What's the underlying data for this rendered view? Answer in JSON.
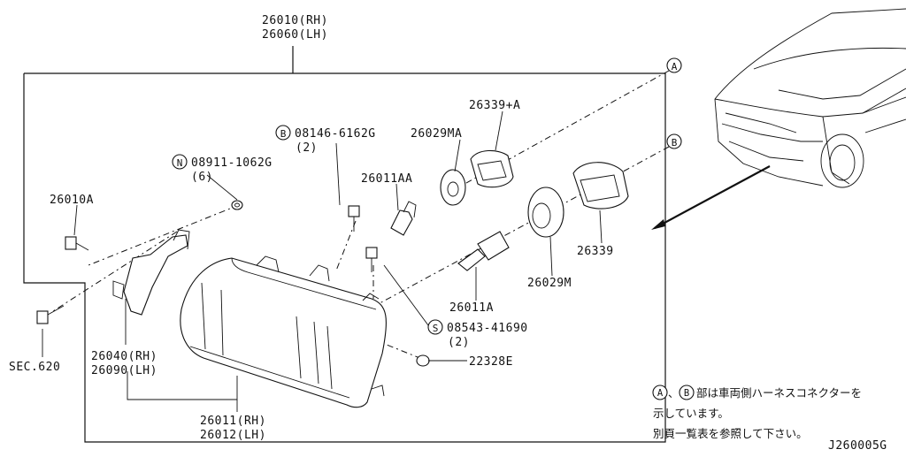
{
  "labels": {
    "assembly_rh": "26010(RH)",
    "assembly_lh": "26060(LH)",
    "bolt_b": "08146-6162G",
    "bolt_b_qty": "(2)",
    "nut_n": "08911-1062G",
    "nut_n_qty": "(6)",
    "bolt_a": "26010A",
    "sec": "SEC.620",
    "bracket_rh": "26040(RH)",
    "bracket_lh": "26090(LH)",
    "lamp_rh": "26011(RH)",
    "lamp_lh": "26012(LH)",
    "socket_small": "26011AA",
    "cap_small": "26029MA",
    "cover_small": "26339+A",
    "cover_large": "26339",
    "cap_large": "26029M",
    "bulb_large": "26011A",
    "screw_s": "08543-41690",
    "screw_s_qty": "(2)",
    "grommet": "22328E"
  },
  "callouts": {
    "a": "A",
    "b": "B",
    "bolt_prefix": "B",
    "nut_prefix": "N",
    "screw_prefix": "S"
  },
  "note": {
    "line1": "部は車両側ハーネスコネクターを",
    "line1_sep": "、",
    "line2": "示しています。",
    "line3": "別頁一覧表を参照して下さい。"
  },
  "figure_code": "J260005G"
}
